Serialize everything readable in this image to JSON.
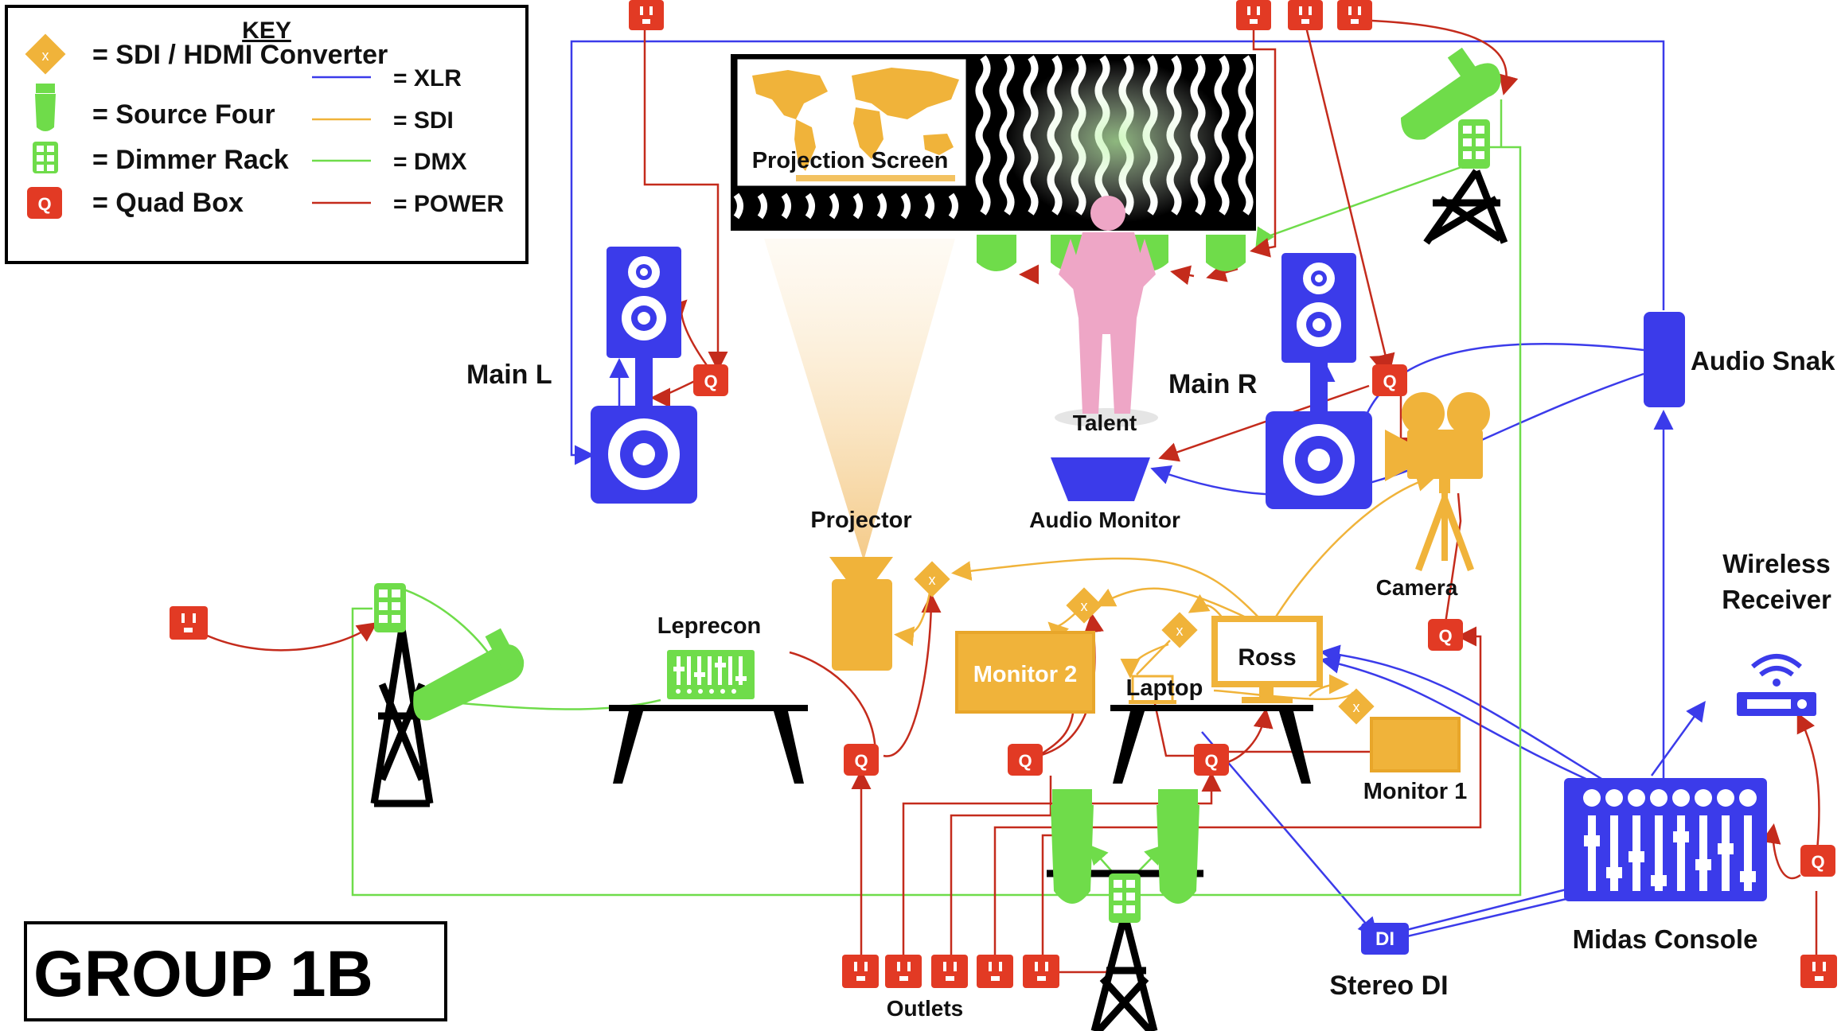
{
  "key": {
    "title": "KEY",
    "items": [
      {
        "icon": "converter-icon",
        "label": "= SDI / HDMI Converter"
      },
      {
        "icon": "source-four-icon",
        "label": "= Source Four"
      },
      {
        "icon": "dimmer-rack-icon",
        "label": "= Dimmer Rack"
      },
      {
        "icon": "quad-box-icon",
        "label": "= Quad Box"
      }
    ],
    "lines": [
      {
        "label": "= XLR",
        "color": "#3b3bea"
      },
      {
        "label": "= SDI",
        "color": "#f0b33a"
      },
      {
        "label": "= DMX",
        "color": "#6fdc4a"
      },
      {
        "label": "= POWER",
        "color": "#c42b1c"
      }
    ]
  },
  "title": "GROUP 1B",
  "labels": {
    "projection_screen": "Projection Screen",
    "main_l": "Main L",
    "main_r": "Main R",
    "talent": "Talent",
    "audio_monitor": "Audio Monitor",
    "audio_snake": "Audio Snak",
    "projector": "Projector",
    "camera": "Camera",
    "wireless_line1": "Wireless",
    "wireless_line2": "Receiver",
    "leprecon": "Leprecon",
    "monitor2": "Monitor 2",
    "laptop": "Laptop",
    "ross": "Ross",
    "monitor1": "Monitor 1",
    "outlets": "Outlets",
    "stereo_di": "Stereo DI",
    "midas": "Midas Console",
    "di_box": "DI",
    "quad": "Q",
    "converter": "x"
  },
  "colors": {
    "xlr": "#3b3bea",
    "sdi": "#f0b33a",
    "dmx": "#6fdc4a",
    "power": "#c42b1c",
    "talent": "#eea6c6"
  }
}
